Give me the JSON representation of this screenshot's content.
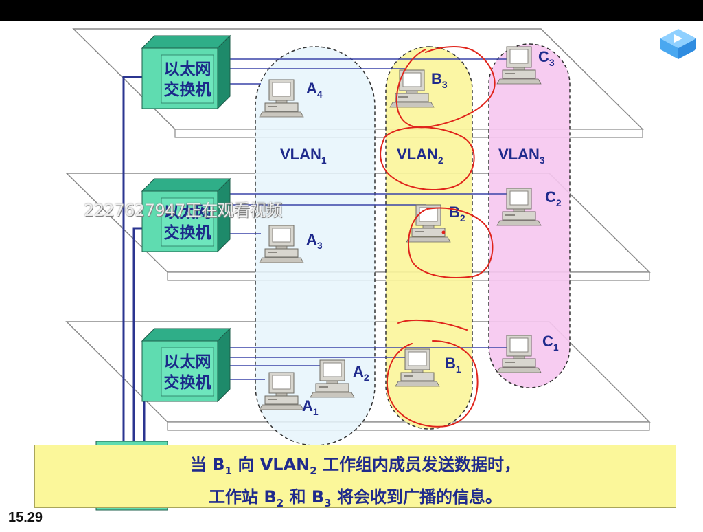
{
  "slide_number": "15.29",
  "watermark": "2227627947正在观看视频",
  "switch_label": {
    "line1": "以太网",
    "line2": "交换机"
  },
  "vlans": [
    {
      "name": "VLAN",
      "sub": "1",
      "color": "#e6f4fb"
    },
    {
      "name": "VLAN",
      "sub": "2",
      "color": "#fbf59a"
    },
    {
      "name": "VLAN",
      "sub": "3",
      "color": "#f6c6f0"
    }
  ],
  "stations": [
    {
      "letter": "A",
      "sub": "4"
    },
    {
      "letter": "B",
      "sub": "3"
    },
    {
      "letter": "C",
      "sub": "3"
    },
    {
      "letter": "A",
      "sub": "3"
    },
    {
      "letter": "B",
      "sub": "2"
    },
    {
      "letter": "C",
      "sub": "2"
    },
    {
      "letter": "A",
      "sub": "2"
    },
    {
      "letter": "A",
      "sub": "1"
    },
    {
      "letter": "B",
      "sub": "1"
    },
    {
      "letter": "C",
      "sub": "1"
    }
  ],
  "caption": {
    "line1_a": "当 B",
    "line1_a_sub": "1",
    "line1_b": " 向 VLAN",
    "line1_b_sub": "2",
    "line1_c": " 工作组内成员发送数据时，",
    "line2_a": "工作站 B",
    "line2_a_sub": "2",
    "line2_b": " 和 B",
    "line2_b_sub": "3",
    "line2_c": " 将会收到广播的信息。"
  },
  "colors": {
    "wire": "#2b3590",
    "switch_face": "#5fdcb0",
    "annotation": "#e0241b",
    "caption_bg": "#fbf79a"
  }
}
